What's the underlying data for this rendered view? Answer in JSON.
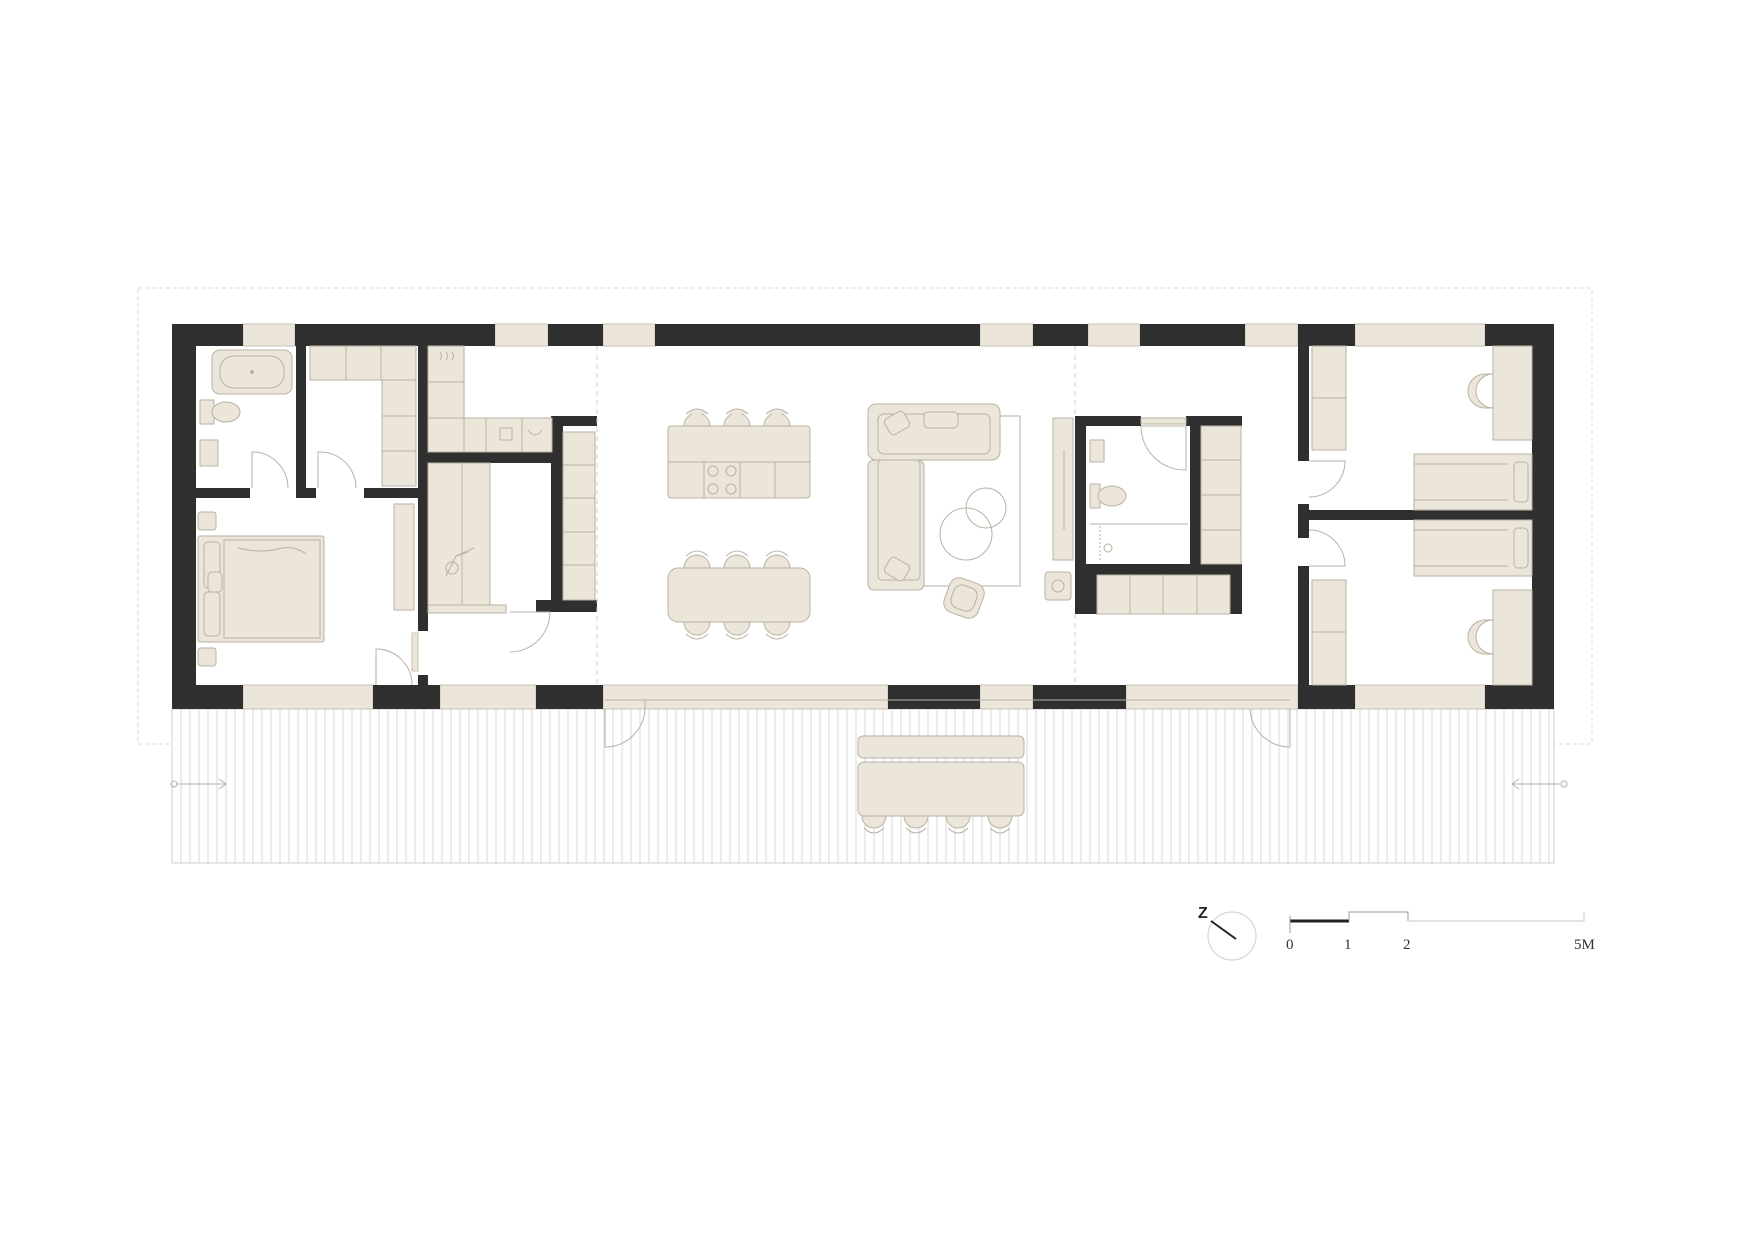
{
  "north": {
    "label": "Z"
  },
  "scale_bar": {
    "labels": [
      "0",
      "1",
      "2",
      "5M"
    ]
  },
  "colors": {
    "wall": "#2f2f2f",
    "furniture": "#ebe6d9",
    "outline": "#b8b2a3"
  }
}
